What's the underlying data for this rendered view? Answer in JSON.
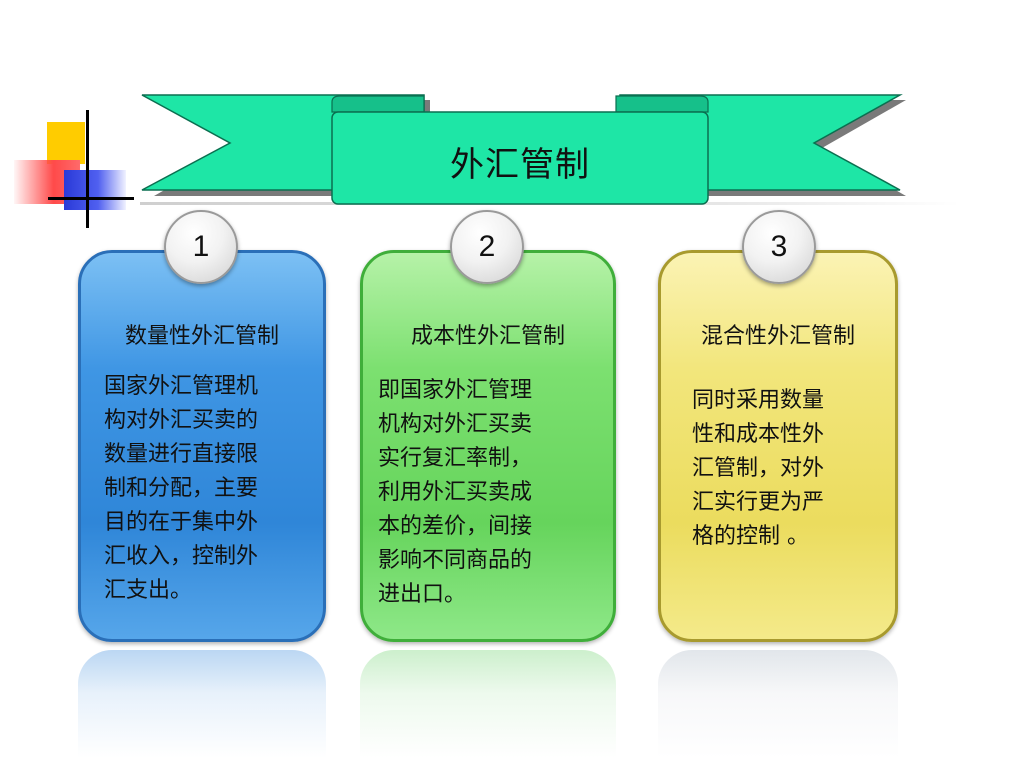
{
  "title": "外汇管制",
  "cards": [
    {
      "number": "1",
      "heading": "数量性外汇管制",
      "lines": [
        "国家外汇管理机",
        "构对外汇买卖的",
        "数量进行直接限",
        "制和分配，主要",
        "目的在于集中外",
        "汇收入，控制外",
        "汇支出。"
      ],
      "color": "#3a8fdd"
    },
    {
      "number": "2",
      "heading": "成本性外汇管制",
      "lines": [
        "即国家外汇管理",
        "机构对外汇买卖",
        "实行复汇率制，",
        "利用外汇买卖成",
        "本的差价，间接",
        "影响不同商品的",
        "进出口。"
      ],
      "color": "#6fdc6a"
    },
    {
      "number": "3",
      "heading": "混合性外汇管制",
      "lines": [
        "同时采用数量",
        "性和成本性外",
        "汇管制，对外",
        "汇实行更为严",
        "格的控制 。"
      ],
      "color": "#ede06a"
    }
  ]
}
